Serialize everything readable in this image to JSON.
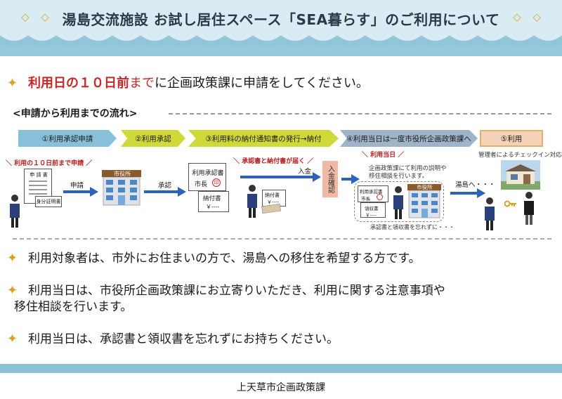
{
  "header": {
    "title": "湯島交流施設 お試し居住スペース「SEA暮らす」のご利用について",
    "diamonds_left": "◇ ◇",
    "diamonds_right": "◇ ◇"
  },
  "notice": {
    "star": "✦",
    "highlight": "利用日の１０日前",
    "highlight_suffix": "まで",
    "rest": "に企画政策課に申請をしてください。"
  },
  "flow": {
    "title": "<申請から利用までの流れ>",
    "steps": [
      "①利用承認申請",
      "②利用承認",
      "③利用料の納付通知書の発行→納付",
      "④利用当日は一度市役所企画政策課へ",
      "⑤利用"
    ],
    "labels": {
      "ten_days_before": "＼ 利用の１０日前まで申請 ／",
      "application_doc": "申 請 書",
      "id_doc": "身分証明書",
      "apply_arrow": "申請",
      "city_hall": "市役所",
      "approve_arrow": "承認",
      "approval_doc_title": "利用承認書",
      "mayor": "市長",
      "seal": "印",
      "notice_doc_title": "納付書",
      "yen": "￥----",
      "delivered": "＼ 承認書と納付書が届く ／",
      "payment_arrow": "入金",
      "payment_confirm": "入金確認",
      "use_day": "＼ 利用当日 ／",
      "explain": "企画政策課にて利用の説明や",
      "explain2": "移住相談を行います。",
      "receipt_doc": "領収書",
      "small_approval": "利用承認書",
      "small_mayor": "市長",
      "forget": "承認書と領収書を忘れずに・・・",
      "to_yushima": "湯島へ・・・",
      "checkin": "管理者によるチェックイン対応"
    }
  },
  "bullets": [
    {
      "star": "✦",
      "text": "利用対象者は、市外にお住まいの方で、湯島への移住を希望する方です。"
    },
    {
      "star": "✦",
      "text": "利用当日は、市役所企画政策課にお立寄りいただき、利用に関する注意事項や",
      "text2": "移住相談を行います。"
    },
    {
      "star": "✦",
      "text": "利用当日は、承認書と領収書を忘れずにお持ちください。"
    }
  ],
  "footer": {
    "text": "上天草市企画政策課"
  },
  "colors": {
    "wave": "#8cc2d8",
    "accent_red": "#c62828",
    "star": "#d7a126",
    "arrow": "#2a63b8"
  }
}
